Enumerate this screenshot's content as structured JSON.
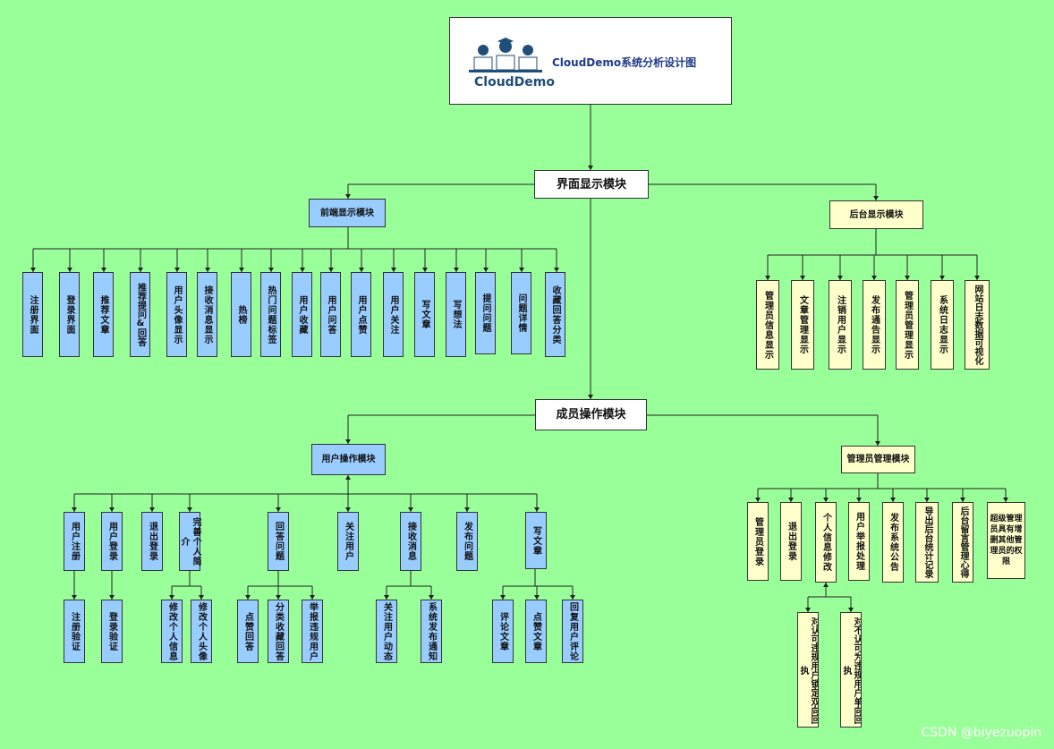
{
  "header": {
    "logo_text": "CloudDemo",
    "title": "CloudDemo系统分析设计图"
  },
  "level1": {
    "display": "界面显示模块",
    "operation": "成员操作模块"
  },
  "display": {
    "frontend": "前端显示模块",
    "backend": "后台显示模块",
    "frontend_items": [
      "注册界面",
      "登录界面",
      "推荐文章",
      "推荐提问&回答",
      "用户头像显示",
      "接收消息显示",
      "热榜",
      "热门问题标签",
      "用户收藏",
      "用户问答",
      "用户点赞",
      "用户关注",
      "写文章",
      "写想法",
      "提问问题",
      "问题详情",
      "收藏回答分类"
    ],
    "backend_items": [
      "管理员信息显示",
      "文章管理显示",
      "注销用户显示",
      "发布通告显示",
      "管理员管理显示",
      "系统日志显示",
      "网站日志数据可视化"
    ]
  },
  "operation": {
    "user_ops": "用户操作模块",
    "admin_ops": "管理员管理模块",
    "user_items": [
      "用户注册",
      "用户登录",
      "退出登录",
      "完善个人简介",
      "回答问题",
      "关注用户",
      "接收消息",
      "发布问题",
      "写文章"
    ],
    "user_sub": {
      "register": [
        "注册验证"
      ],
      "login": [
        "登录验证"
      ],
      "profile": [
        "修改个人信息",
        "修改个人头像"
      ],
      "answer": [
        "点赞回答",
        "分类收藏回答",
        "举报违规用户"
      ],
      "messages": [
        "关注用户动态",
        "系统发布通知"
      ],
      "article": [
        "评论文章",
        "点赞文章",
        "回复用户评论"
      ]
    },
    "admin_items": [
      "管理员登录",
      "退出登录",
      "个人信息修改",
      "用户举报处理",
      "发布系统公告",
      "导出后台统计记录",
      "后台留言管理心得",
      "超级管理员具有增删其他管理员的权限"
    ],
    "admin_sub": [
      "对认可违规用户锁定双向回执",
      "对不认可为违规用户单向回执"
    ]
  },
  "watermark": "CSDN @biyezuopin",
  "colors": {
    "background": "#99ff99",
    "blue_box": "#99ccff",
    "yellow_box": "#ffffcc",
    "title_text": "#1f3a8a"
  }
}
